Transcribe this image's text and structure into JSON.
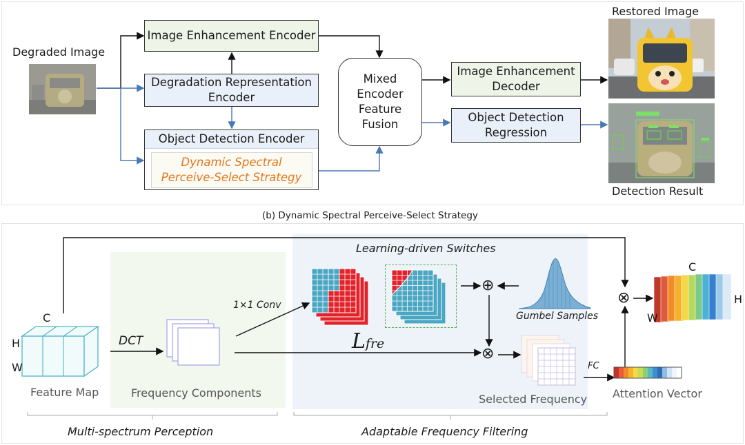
{
  "top": {
    "degraded_label": "Degraded Image",
    "restored_label": "Restored Image",
    "detection_label": "Detection Result",
    "boxes": {
      "enhancement_encoder": "Image Enhancement Encoder",
      "degradation_line1": "Degradation Representation",
      "degradation_line2": "Encoder",
      "od_encoder": "Object Detection Encoder",
      "dspss_line1": "Dynamic Spectral",
      "dspss_line2": "Perceive-Select Strategy",
      "fusion_line1": "Mixed",
      "fusion_line2": "Encoder",
      "fusion_line3": "Feature",
      "fusion_line4": "Fusion",
      "decoder_line1": "Image Enhancement",
      "decoder_line2": "Decoder",
      "regression_line1": "Object Detection",
      "regression_line2": "Regression"
    }
  },
  "caption": "(b) Dynamic Spectral Perceive-Select Strategy",
  "bottom": {
    "feature_map": "Feature Map",
    "c_label": "C",
    "h_label": "H",
    "w_label": "W",
    "dct": "DCT",
    "conv": "1×1 Conv",
    "frequency_components": "Frequency Components",
    "learning_switches": "Learning-driven Switches",
    "gumbel": "Gumbel Samples",
    "loss": "L",
    "loss_sub": "fre",
    "selected_frequency": "Selected Frequency",
    "fc": "FC",
    "attention_vector": "Attention Vector",
    "out_c": "C",
    "out_h": "H",
    "out_w": "W",
    "multi_spectrum": "Multi-spectrum Perception",
    "adaptable_filtering": "Adaptable Frequency Filtering",
    "oplus": "⊕",
    "otimes": "⊗"
  }
}
